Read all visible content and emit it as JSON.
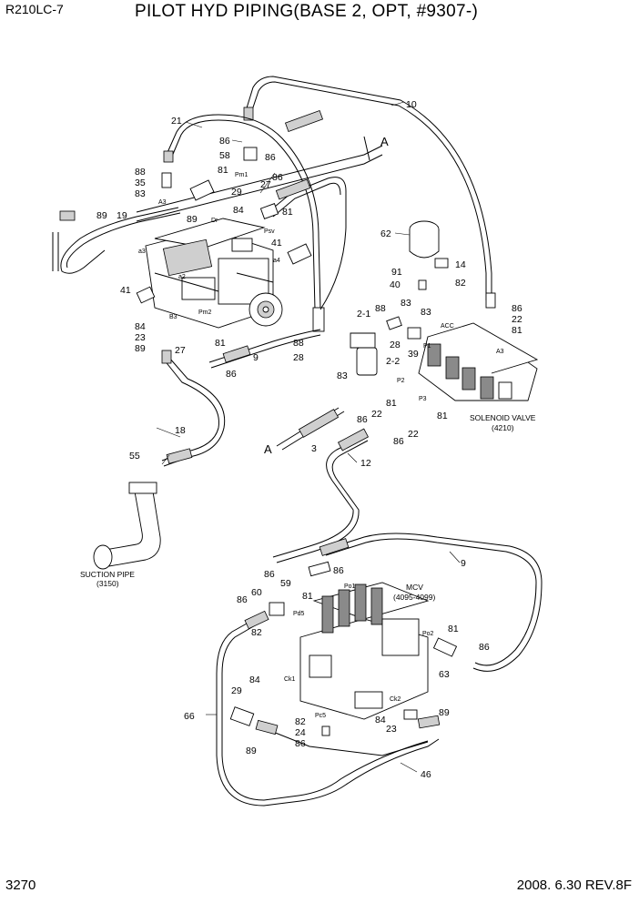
{
  "header": {
    "model": "R210LC-7",
    "title": "PILOT HYD PIPING(BASE 2, OPT, #9307-)"
  },
  "footer": {
    "page": "3270",
    "date_rev": "2008. 6.30  REV.8F"
  },
  "captions": {
    "suction_pipe": "SUCTION PIPE",
    "suction_pipe_ref": "(3150)",
    "solenoid_valve": "SOLENOID VALVE",
    "solenoid_valve_ref": "(4210)",
    "mcv": "MCV",
    "mcv_ref": "(4095-4099)"
  },
  "section_marks": {
    "a_upper": "A",
    "a_lower": "A"
  },
  "part_numbers": {
    "n21": "21",
    "n86a": "86",
    "n58": "58",
    "n86b": "86",
    "n81a": "81",
    "n88a": "88",
    "n35": "35",
    "n83a": "83",
    "n86c": "86",
    "n27a": "27",
    "n29a": "29",
    "n81b": "81",
    "n84a": "84",
    "n89a": "89",
    "n19": "19",
    "n89b": "89",
    "n41a": "41",
    "n41b": "41",
    "n10": "10",
    "n62": "62",
    "n14": "14",
    "n91": "91",
    "n40": "40",
    "n82a": "82",
    "n86d": "86",
    "n22a": "22",
    "n81c": "81",
    "n21b": "2-1",
    "n88b": "88",
    "n83b": "83",
    "n28a": "28",
    "n83c": "83",
    "n39": "39",
    "n88c": "88",
    "n28b": "28",
    "n83d": "83",
    "n22b": "2-2",
    "n84b": "84",
    "n23a": "23",
    "n89c": "89",
    "n27b": "27",
    "n81d": "81",
    "n9a": "9",
    "n86e": "86",
    "n81e": "81",
    "n86f": "86",
    "n22c": "22",
    "n81f": "81",
    "n86g": "86",
    "n22d": "22",
    "n18": "18",
    "n55": "55",
    "n3": "3",
    "n12": "12",
    "n9b": "9",
    "n86h": "86",
    "n59": "59",
    "n86i": "86",
    "n81g": "81",
    "n86j": "86",
    "n60": "60",
    "n82b": "82",
    "n81h": "81",
    "n86k": "86",
    "n63": "63",
    "n84c": "84",
    "n29b": "29",
    "n66": "66",
    "n84d": "84",
    "n23b": "23",
    "n89d": "89",
    "n82c": "82",
    "n24": "24",
    "n86l": "86",
    "n89e": "89",
    "n46": "46"
  },
  "port_labels": {
    "A3a": "A3",
    "Pm1": "Pm1",
    "Dr": "Dr",
    "Psv": "Psv",
    "a3": "a3",
    "a4": "a4",
    "a2": "a2",
    "B3": "B3",
    "Pm2": "Pm2",
    "ACC": "ACC",
    "P1": "P1",
    "A3b": "A3",
    "P2": "P2",
    "P3": "P3",
    "Po1": "Po1",
    "Pd5": "Pd5",
    "Po2": "Po2",
    "Ck1": "Ck1",
    "Ck2": "Ck2",
    "Pc5": "Pc5"
  }
}
